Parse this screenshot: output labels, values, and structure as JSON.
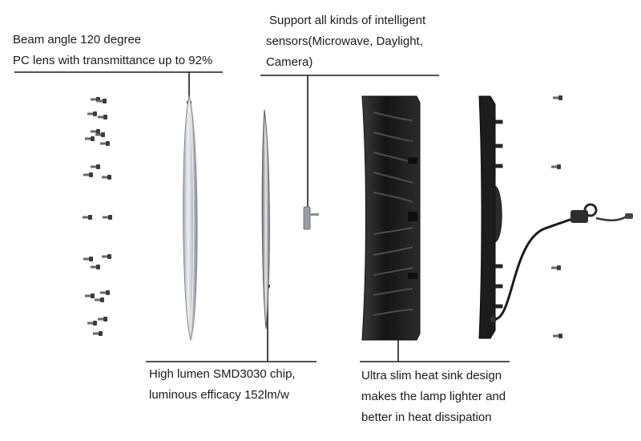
{
  "callouts": {
    "lens": {
      "line1": "Beam angle 120 degree",
      "line2": "PC lens with transmittance up to 92%"
    },
    "sensor": {
      "line1": "Support all kinds of intelligent",
      "line2": "sensors(Microwave, Daylight,",
      "line3": "Camera)"
    },
    "led": {
      "line1": "High lumen SMD3030 chip,",
      "line2": "luminous efficacy 152lm/w"
    },
    "heatsink": {
      "line1": "Ultra slim heat sink design",
      "line2": "makes the lamp lighter and",
      "line3": "better in heat dissipation"
    }
  },
  "colors": {
    "line": "#1a1a1a",
    "housing": "#1c1c1c",
    "lens": "#cfd3d8",
    "screw": "#555555"
  }
}
